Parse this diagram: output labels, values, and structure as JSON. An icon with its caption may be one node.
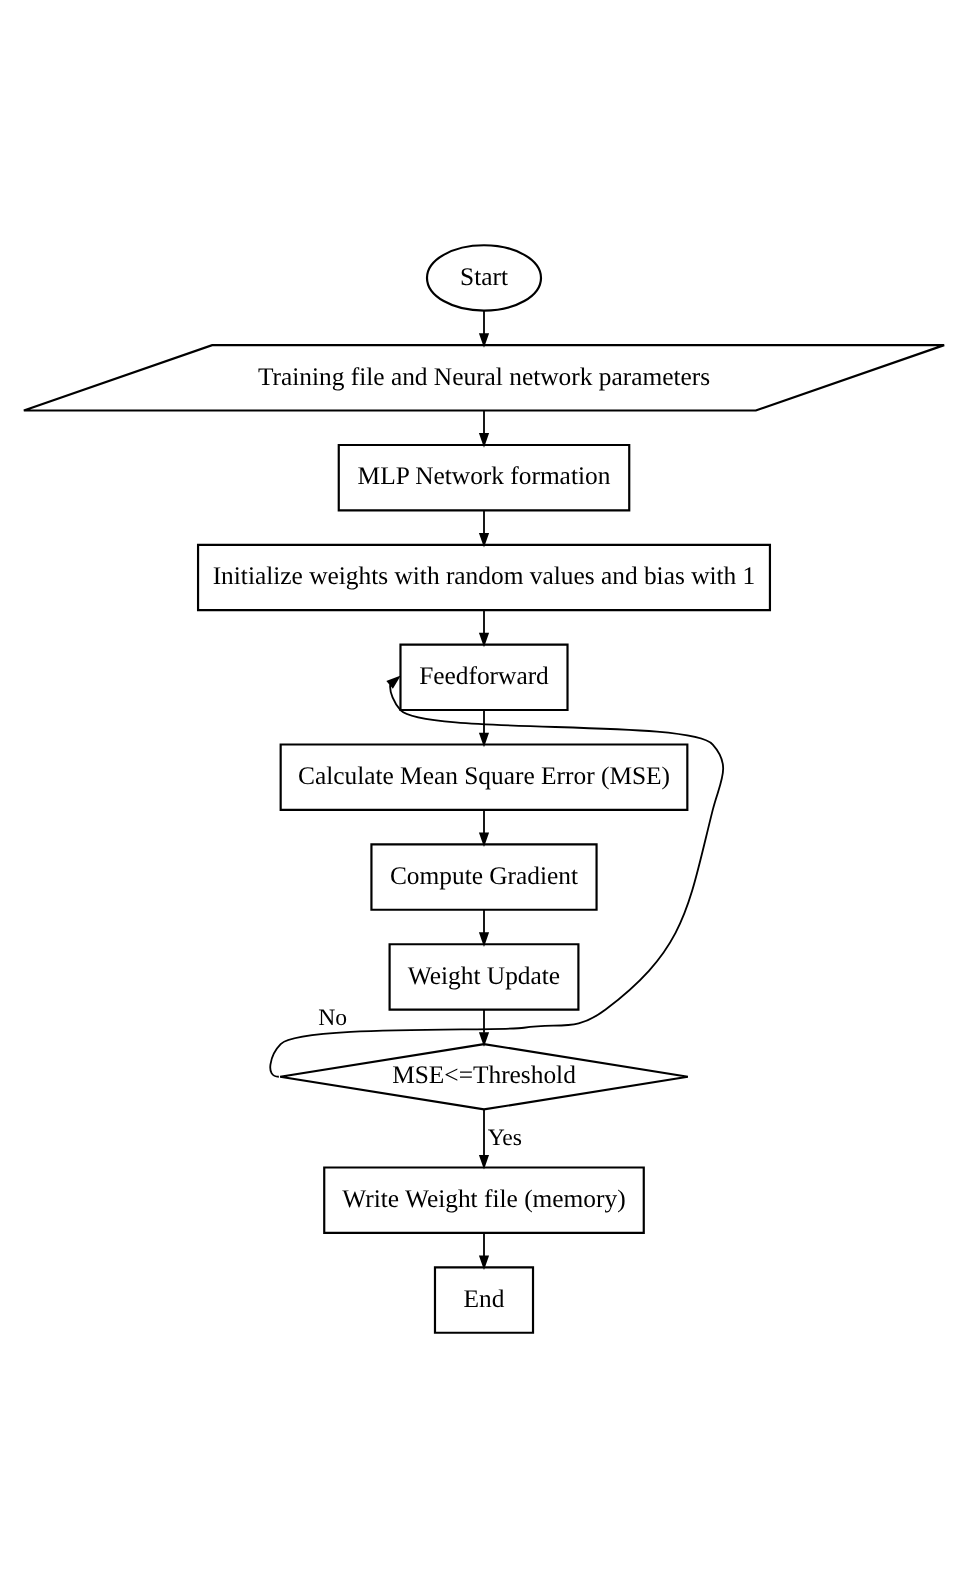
{
  "diagram": {
    "nodes": [
      {
        "text": [
          "Start"
        ]
      },
      {
        "text": [
          "Training file and Neural network parameters"
        ]
      },
      {
        "text": [
          "MLP Network formation"
        ]
      },
      {
        "text": [
          "Initialize weights with random values and bias with 1"
        ]
      },
      {
        "text": [
          "Feedforward"
        ]
      },
      {
        "text": [
          "Calculate Mean Square Error (MSE)"
        ]
      },
      {
        "text": [
          "Compute Gradient"
        ]
      },
      {
        "text": [
          "Weight Update"
        ]
      },
      {
        "text": [
          "MSE<=Threshold"
        ]
      },
      {
        "text": [
          "Write Weight file (memory)"
        ]
      },
      {
        "text": [
          "End"
        ]
      }
    ],
    "edges": [
      {
        "from": 0,
        "to": 1,
        "arrow": "to"
      },
      {
        "from": 1,
        "to": 2,
        "arrow": "to"
      },
      {
        "from": 2,
        "to": 3,
        "arrow": "to"
      },
      {
        "from": 3,
        "to": 4,
        "arrow": "to"
      },
      {
        "from": 4,
        "to": 5,
        "arrow": "to"
      },
      {
        "from": 5,
        "to": 6,
        "arrow": "to"
      },
      {
        "from": 6,
        "to": 7,
        "arrow": "to"
      },
      {
        "from": 7,
        "to": 8,
        "arrow": "to"
      },
      {
        "from": 8,
        "to": 4,
        "arrow": "to",
        "label": "No"
      },
      {
        "from": 8,
        "to": 9,
        "arrow": "to",
        "label": "Yes"
      },
      {
        "from": 9,
        "to": 10,
        "arrow": "to"
      }
    ]
  }
}
